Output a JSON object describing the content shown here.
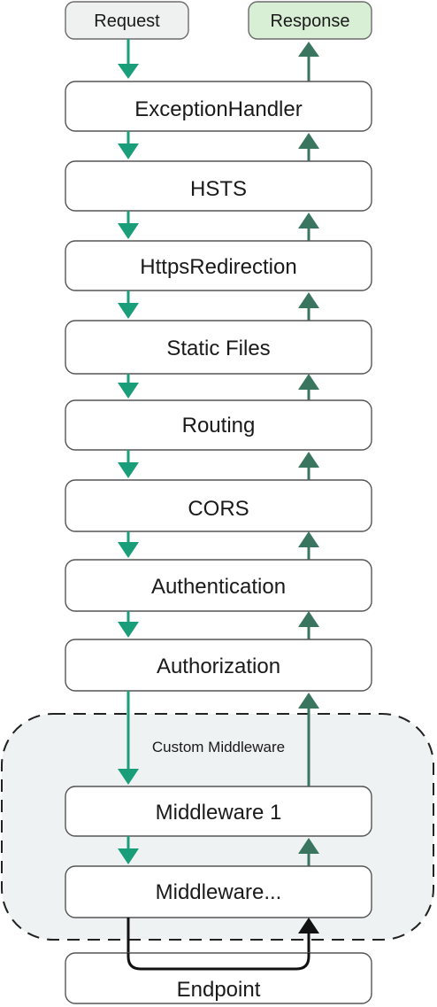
{
  "diagram": {
    "request_label": "Request",
    "response_label": "Response",
    "pipeline": [
      "ExceptionHandler",
      "HSTS",
      "HttpsRedirection",
      "Static Files",
      "Routing",
      "CORS",
      "Authentication",
      "Authorization"
    ],
    "custom_group_label": "Custom Middleware",
    "custom_pipeline": [
      "Middleware 1",
      "Middleware..."
    ],
    "endpoint_label": "Endpoint",
    "colors": {
      "request_arrow": "#1a9e7a",
      "response_arrow": "#3a7560",
      "request_fill": "#eef1f0",
      "response_fill": "#d8efd5",
      "group_fill": "#eef2f2",
      "node_stroke": "#555555",
      "endpoint_stroke": "#111111"
    }
  }
}
